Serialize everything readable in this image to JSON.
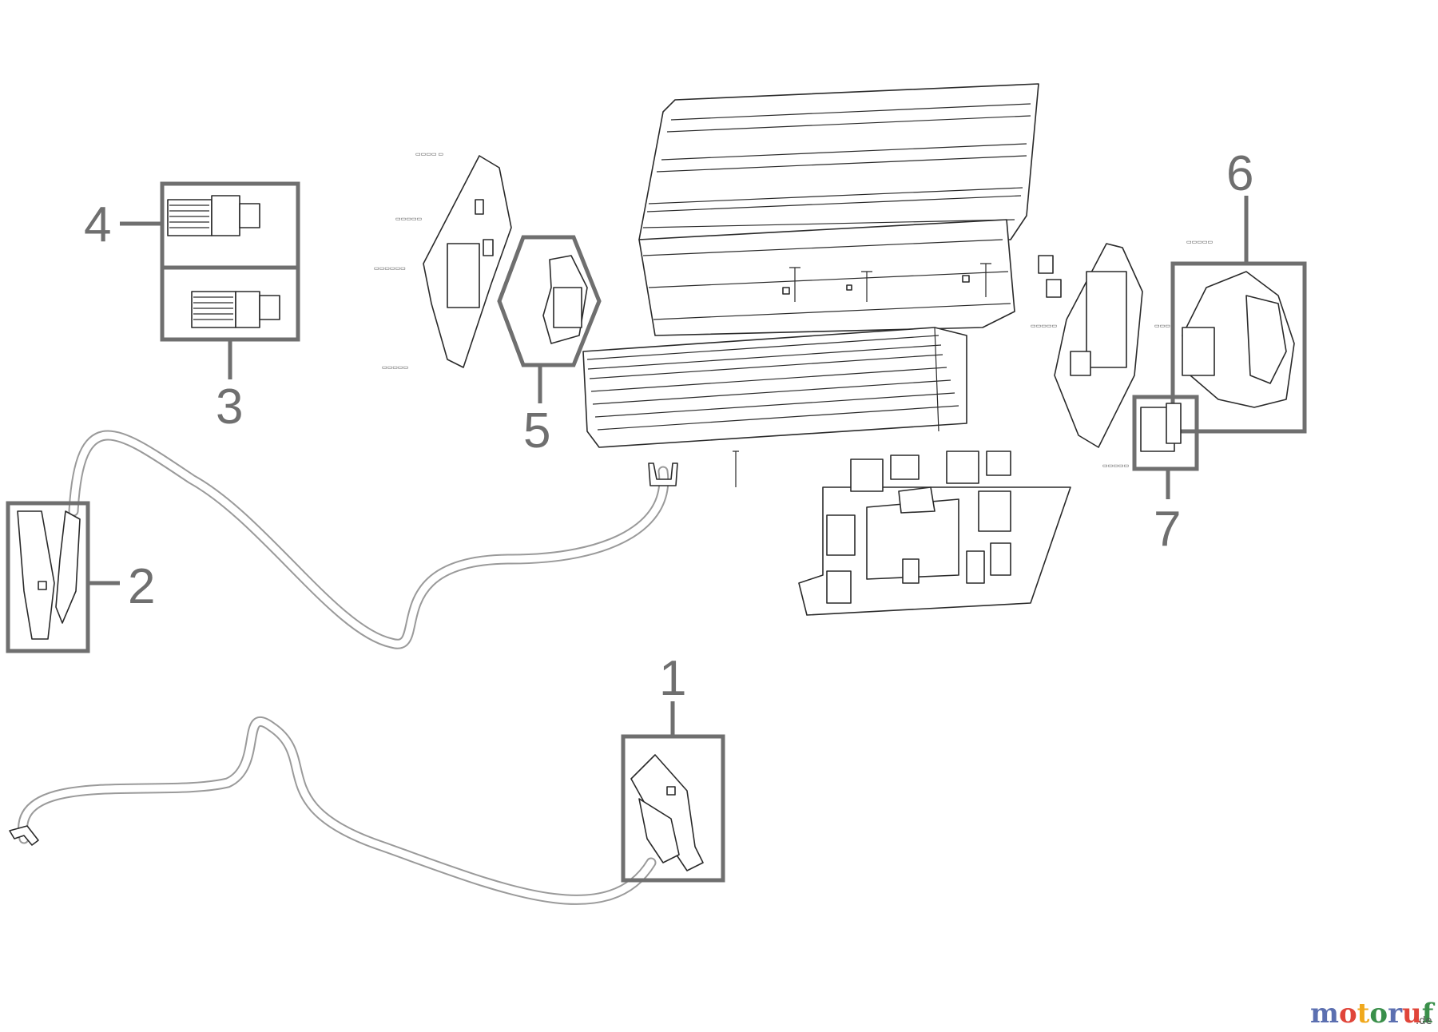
{
  "callouts": [
    "1",
    "2",
    "3",
    "4",
    "5",
    "6",
    "7"
  ],
  "watermark": {
    "letters": [
      "m",
      "o",
      "t",
      "o",
      "r",
      "u",
      "f"
    ],
    "colors": [
      "#5b6fb0",
      "#e0453a",
      "#f0a81c",
      "#3a8f4a",
      "#5b6fb0",
      "#e0453a",
      "#3a8f4a"
    ],
    "suffix": ".de"
  }
}
